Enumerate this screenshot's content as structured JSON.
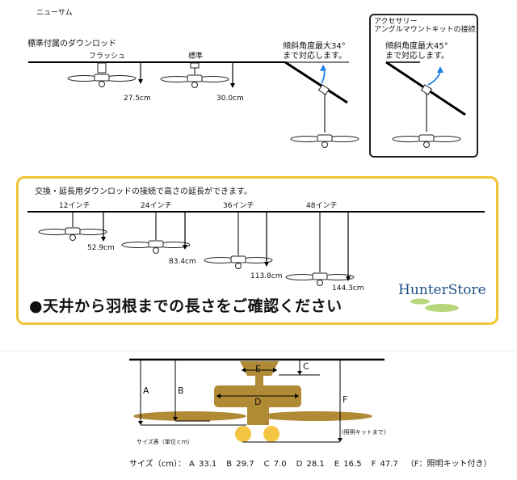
{
  "brand": "ニューサム",
  "section1": {
    "title": "標準付属のダウンロッド",
    "flush_label": "フラッシュ",
    "standard_label": "標準",
    "flush_dim": "27.5cm",
    "standard_dim": "30.0cm",
    "tilt_text_1": "傾斜角度最大34°",
    "tilt_text_2": "まで対応します。"
  },
  "accessory_box": {
    "title_1": "アクセサリー",
    "title_2": "アングルマウントキットの接続",
    "tilt_text_1": "傾斜角度最大45°",
    "tilt_text_2": "まで対応します。"
  },
  "section2": {
    "title": "交換・延長用ダウンロッドの接続で高さの延長ができます。",
    "items": [
      {
        "label": "12インチ",
        "dim": "52.9cm"
      },
      {
        "label": "24インチ",
        "dim": "83.4cm"
      },
      {
        "label": "36インチ",
        "dim": "113.8cm"
      },
      {
        "label": "48インチ",
        "dim": "144.3cm"
      }
    ],
    "notice": "●天井から羽根までの長さをご確認ください",
    "logo": "HunterStore"
  },
  "dimension_diagram": {
    "letters": {
      "a": "A",
      "b": "B",
      "c": "C",
      "d": "D",
      "e": "E",
      "f": "F"
    },
    "light_kit_note": "(照明キットまで)",
    "unit_note": "サイズ表（単位ｃｍ）",
    "sizes_prefix": "サイズ（cm）：",
    "sizes": [
      "A 33.1",
      "B 29.7",
      "C 7.0",
      "D 28.1",
      "E 16.5",
      "F 47.7"
    ],
    "sizes_suffix": "（F：照明キット付き）"
  },
  "colors": {
    "accent_yellow": "#f2c436",
    "wood": "#b08a35",
    "tilt_arrow": "#1e7ee8",
    "logo_blue": "#1f4f86",
    "logo_green": "#b7d77a",
    "light_yellow": "#f4c542"
  }
}
